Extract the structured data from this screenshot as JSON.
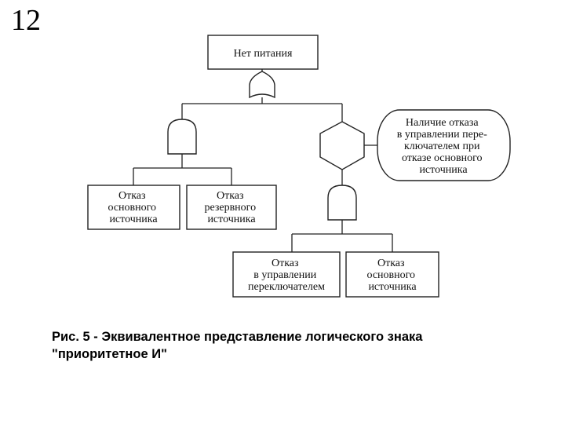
{
  "slide_number": "12",
  "nodes": {
    "top_event": [
      "Нет питания"
    ],
    "condition": [
      "Наличие отказа",
      "в управлении пере-",
      "ключателем при",
      "отказе основного",
      "источника"
    ],
    "main_source_failure_left": [
      "Отказ",
      "основного",
      "источника"
    ],
    "backup_source_failure": [
      "Отказ",
      "резервного",
      "источника"
    ],
    "switch_control_failure": [
      "Отказ",
      "в управлении",
      "переключателем"
    ],
    "main_source_failure_right": [
      "Отказ",
      "основного",
      "источника"
    ]
  },
  "caption": {
    "line1": "Рис. 5 - Эквивалентное представление логического знака",
    "line2": "\"приоритетное И\""
  }
}
